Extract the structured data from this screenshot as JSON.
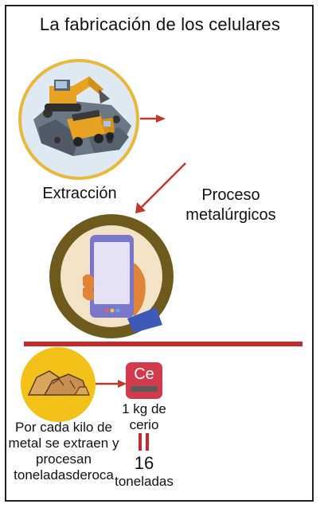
{
  "title": "La fabricación de los celulares",
  "labels": {
    "extraction": "Extracción",
    "process": "Proceso metalúrgicos",
    "per_kg": "Por cada kilo de metal se extraen y procesan toneladasderoca"
  },
  "element": {
    "symbol": "Ce",
    "amount": "1 kg de cerio",
    "tons_value": "16",
    "tons_unit": "toneladas"
  },
  "icons": [
    "mining-excavator-icon",
    "smartphone-in-hand-icon",
    "rocks-icon",
    "cerium-element-icon"
  ],
  "colors": {
    "arrow": "#c0392b",
    "divider": "#c62a2a",
    "circle_ring_gold": "#e8b93d",
    "phone_ring": "#6e5a1c",
    "phone_inner": "#f2e3c7",
    "element_tile": "#d33a4b"
  }
}
